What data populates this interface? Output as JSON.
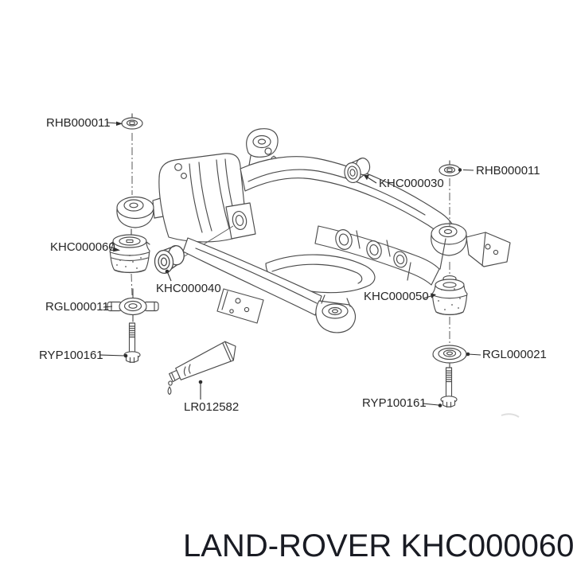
{
  "title": {
    "text": "LAND-ROVER KHC000060",
    "color": "#191b23"
  },
  "diagram": {
    "stroke_color": "#4c4c4c",
    "label_color": "#262626",
    "labels": [
      {
        "text": "RHB000011",
        "part": "washer-left-top"
      },
      {
        "text": "KHC000060",
        "part": "bushing-front-left"
      },
      {
        "text": "KHC000040",
        "part": "bushing-small-center"
      },
      {
        "text": "RGL000011",
        "part": "washer-winged-left"
      },
      {
        "text": "RYP100161",
        "part": "bolt-left"
      },
      {
        "text": "LR012582",
        "part": "sealant-tube"
      },
      {
        "text": "KHC000030",
        "part": "bushing-small-top"
      },
      {
        "text": "RHB000011",
        "part": "washer-right-top"
      },
      {
        "text": "KHC000050",
        "part": "bushing-rear-right"
      },
      {
        "text": "RGL000021",
        "part": "washer-round-right"
      },
      {
        "text": "RYP100161",
        "part": "bolt-right"
      }
    ]
  }
}
